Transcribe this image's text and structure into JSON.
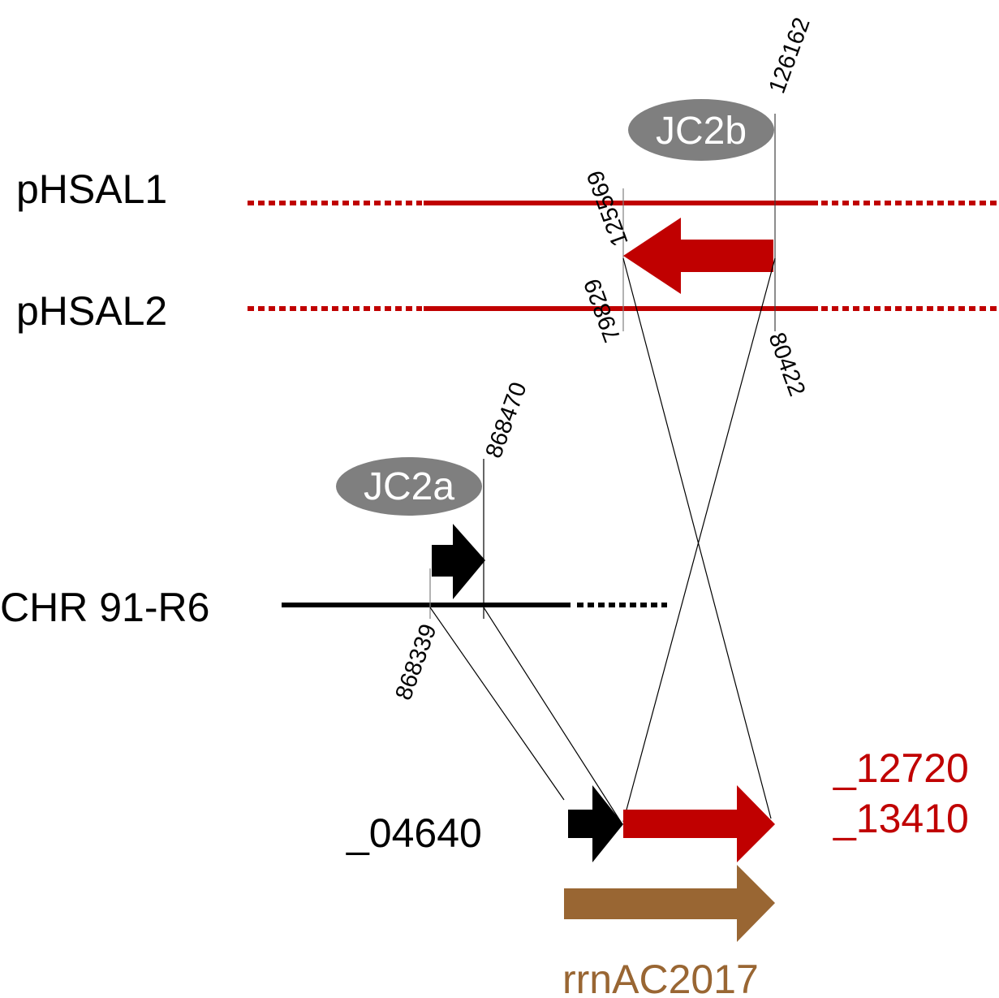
{
  "colors": {
    "plasmid_red": "#c00000",
    "chromosome_black": "#000000",
    "rrn_brown": "#996633",
    "pill_gray": "#7f7f7f",
    "pill_text": "#ffffff",
    "connector": "#000000"
  },
  "tracks": {
    "phsal1": "pHSAL1",
    "phsal2": "pHSAL2",
    "chr": "CHR 91-R6"
  },
  "elements": {
    "jc2b": "JC2b",
    "jc2a": "JC2a"
  },
  "coordinates": {
    "phsal1_start": "125569",
    "phsal1_end": "126162",
    "phsal2_start": "79829",
    "phsal2_end": "80422",
    "chr_start": "868339",
    "chr_end": "868470"
  },
  "genes": {
    "black_gene": "_04640",
    "red_gene_1": "_12720",
    "red_gene_2": "_13410",
    "rrn": "rrnAC2017"
  }
}
